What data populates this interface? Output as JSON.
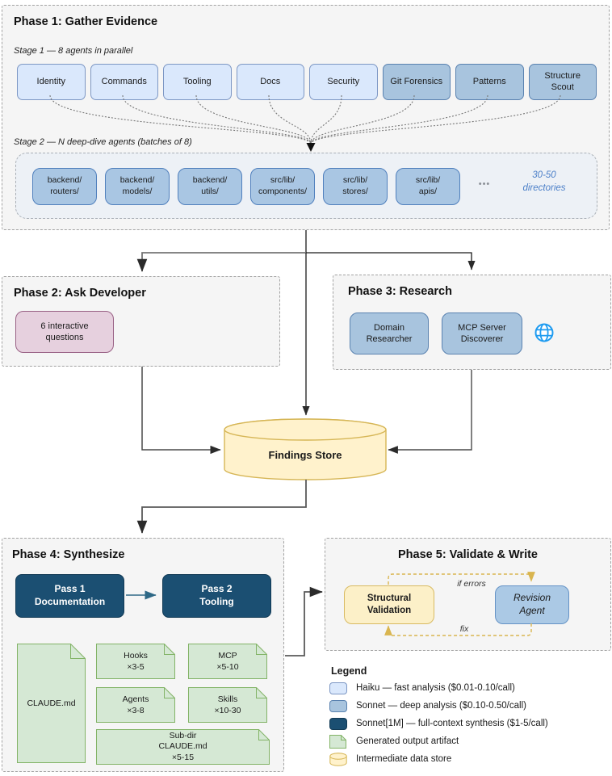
{
  "phase1": {
    "title": "Phase 1: Gather Evidence",
    "stage1_label": "Stage 1 — 8 agents in parallel",
    "stage1_agents": [
      {
        "label": "Identity",
        "tier": "haiku"
      },
      {
        "label": "Commands",
        "tier": "haiku"
      },
      {
        "label": "Tooling",
        "tier": "haiku"
      },
      {
        "label": "Docs",
        "tier": "haiku"
      },
      {
        "label": "Security",
        "tier": "haiku"
      },
      {
        "label": "Git Forensics",
        "tier": "sonnet"
      },
      {
        "label": "Patterns",
        "tier": "sonnet"
      },
      {
        "label": "Structure\nScout",
        "tier": "sonnet"
      }
    ],
    "stage2_label": "Stage 2 — N deep-dive agents (batches of 8)",
    "stage2_dirs": [
      {
        "label": "backend/\nrouters/"
      },
      {
        "label": "backend/\nmodels/"
      },
      {
        "label": "backend/\nutils/"
      },
      {
        "label": "src/lib/\ncomponents/"
      },
      {
        "label": "src/lib/\nstores/"
      },
      {
        "label": "src/lib/\napis/"
      }
    ],
    "stage2_ellipsis": "•••",
    "stage2_note": "30-50\ndirectories"
  },
  "phase2": {
    "title": "Phase 2: Ask Developer",
    "questions_box": "6 interactive\nquestions"
  },
  "phase3": {
    "title": "Phase 3: Research",
    "domain_researcher": "Domain\nResearcher",
    "mcp_discoverer": "MCP Server\nDiscoverer",
    "globe_icon": "globe-with-meridians"
  },
  "findings_store": {
    "label": "Findings Store"
  },
  "phase4": {
    "title": "Phase 4: Synthesize",
    "pass1": "Pass 1\nDocumentation",
    "pass2": "Pass 2\nTooling",
    "artifacts": [
      {
        "label": "CLAUDE.md"
      },
      {
        "label": "Hooks\n×3-5"
      },
      {
        "label": "MCP\n×5-10"
      },
      {
        "label": "Agents\n×3-8"
      },
      {
        "label": "Skills\n×10-30"
      },
      {
        "label": "Sub-dir\nCLAUDE.md\n×5-15"
      }
    ]
  },
  "phase5": {
    "title": "Phase 5: Validate & Write",
    "validation": "Structural\nValidation",
    "revision": "Revision\nAgent",
    "if_errors": "if errors",
    "fix": "fix"
  },
  "legend": {
    "title": "Legend",
    "items": [
      {
        "swatch": "haiku",
        "label": "Haiku — fast analysis ($0.01-0.10/call)"
      },
      {
        "swatch": "sonnet",
        "label": "Sonnet — deep analysis ($0.10-0.50/call)"
      },
      {
        "swatch": "sonnet1m",
        "label": "Sonnet[1M] — full-context synthesis ($1-5/call)"
      },
      {
        "swatch": "artifact",
        "label": "Generated output artifact"
      },
      {
        "swatch": "datastore",
        "label": "Intermediate data store"
      }
    ]
  },
  "colors": {
    "haiku_fill": "#dae8fc",
    "haiku_stroke": "#7d97c4",
    "sonnet_fill": "#a8c4de",
    "sonnet_stroke": "#5a82b0",
    "sonnet1m_fill": "#1b4f72",
    "artifact_fill": "#d5e8d4",
    "artifact_stroke": "#82b366",
    "datastore_fill": "#fff2cc",
    "datastore_stroke": "#d6b656",
    "questions_fill": "#e6d0de",
    "questions_stroke": "#996185",
    "loop_stroke": "#d9b54f",
    "note_text": "#4b7fc8"
  }
}
